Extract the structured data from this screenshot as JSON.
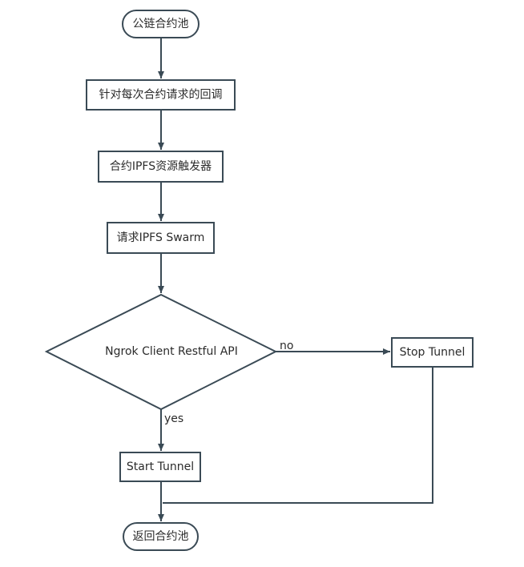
{
  "diagram": {
    "nodes": {
      "start": "公链合约池",
      "callback": "针对每次合约请求的回调",
      "trigger": "合约IPFS资源触发器",
      "request": "请求IPFS Swarm",
      "decision": "Ngrok Client Restful API",
      "stop": "Stop Tunnel",
      "start_tunnel": "Start Tunnel",
      "end": "返回合约池"
    },
    "edge_labels": {
      "no": "no",
      "yes": "yes"
    },
    "colors": {
      "stroke": "#3a4a55",
      "fill": "#ffffff",
      "text": "#2b2b2b"
    }
  }
}
